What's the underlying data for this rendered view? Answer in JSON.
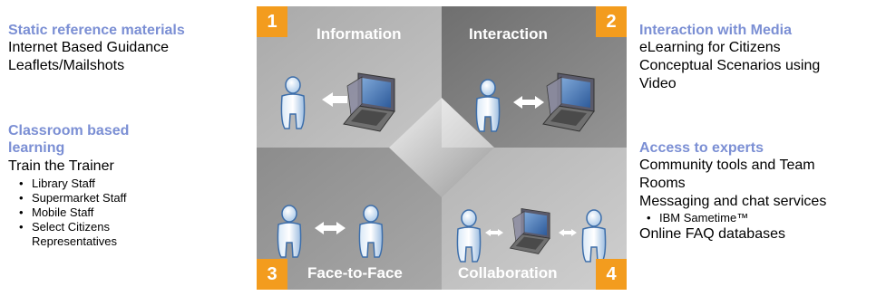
{
  "left": {
    "static": {
      "heading": "Static reference materials",
      "lines": [
        "Internet Based Guidance",
        "Leaflets/Mailshots"
      ]
    },
    "classroom": {
      "heading_line1": "Classroom  based",
      "heading_line2": "learning",
      "subheading": "Train the Trainer",
      "bullets": [
        "Library Staff",
        "Supermarket Staff",
        "Mobile Staff",
        "Select Citizens",
        "Representatives"
      ]
    }
  },
  "quadrants": [
    {
      "number": "1",
      "title": "Information"
    },
    {
      "number": "2",
      "title": "Interaction"
    },
    {
      "number": "3",
      "title": "Face-to-Face"
    },
    {
      "number": "4",
      "title": "Collaboration"
    }
  ],
  "right": {
    "media": {
      "heading": "Interaction with Media",
      "lines": [
        "eLearning for Citizens",
        "Conceptual Scenarios using",
        "Video"
      ]
    },
    "experts": {
      "heading": "Access to experts",
      "lines_a": [
        "Community tools and Team",
        "Rooms",
        "Messaging and chat services"
      ],
      "bullet": "IBM Sametime™",
      "line_b": "Online FAQ databases"
    }
  },
  "colors": {
    "heading": "#7b8fd4",
    "badge": "#f39c1e",
    "quad_light": "#b7b7b7",
    "quad_dark": "#8a8a8a"
  }
}
